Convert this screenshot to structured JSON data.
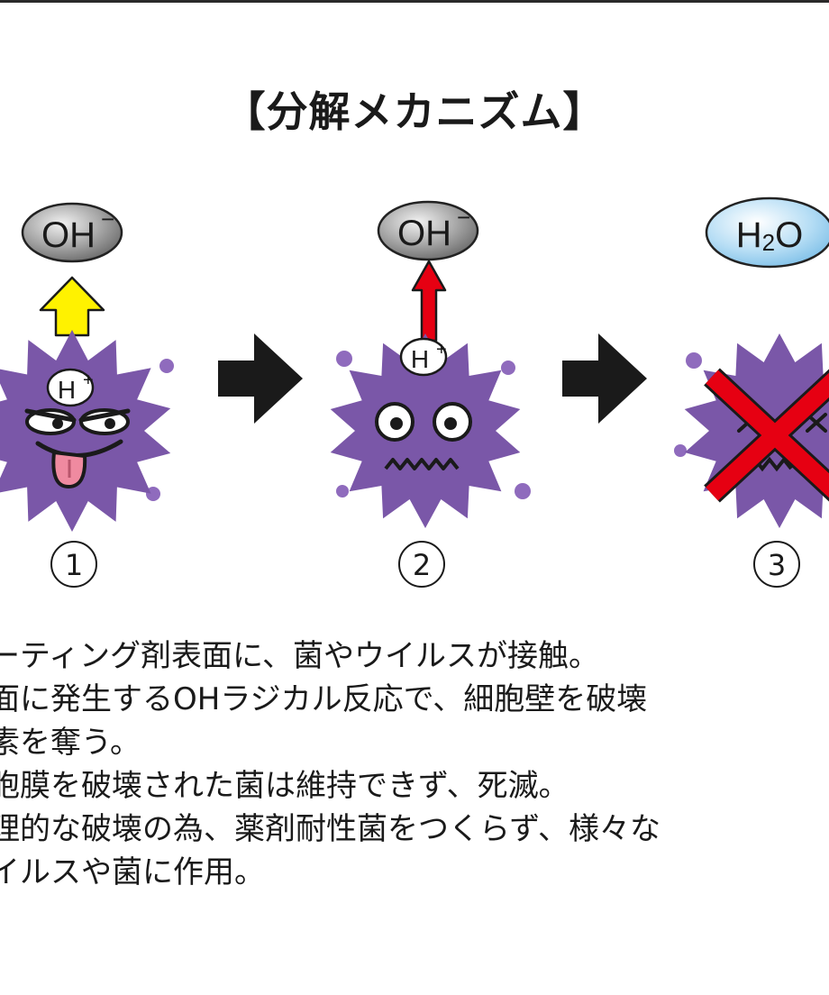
{
  "title": "【分解メカニズム】",
  "ions": {
    "oh": "OH",
    "oh_sup": "−",
    "h": "H",
    "h_sup": "+",
    "h2o_h": "H",
    "h2o_sub": "2",
    "h2o_o": "O"
  },
  "steps": [
    "①",
    "②",
    "③"
  ],
  "description": [
    "ーティング剤表面に、菌やウイルスが接触。",
    "面に発生するOHラジカル反応で、細胞壁を破壊",
    "素を奪う。",
    "胞膜を破壊された菌は維持できず、死滅。",
    "理的な破壊の為、薬剤耐性菌をつくらず、様々な",
    "イルスや菌に作用。"
  ],
  "colors": {
    "virus": "#7a57a8",
    "virus_dots": "#8f6bbd",
    "arrow_yellow": "#fff200",
    "arrow_red": "#e60012",
    "cross": "#e60012",
    "h2o_fill": "#b7def5",
    "oh_fill": "#9a9a9a",
    "process_arrow": "#1a1a1a"
  }
}
